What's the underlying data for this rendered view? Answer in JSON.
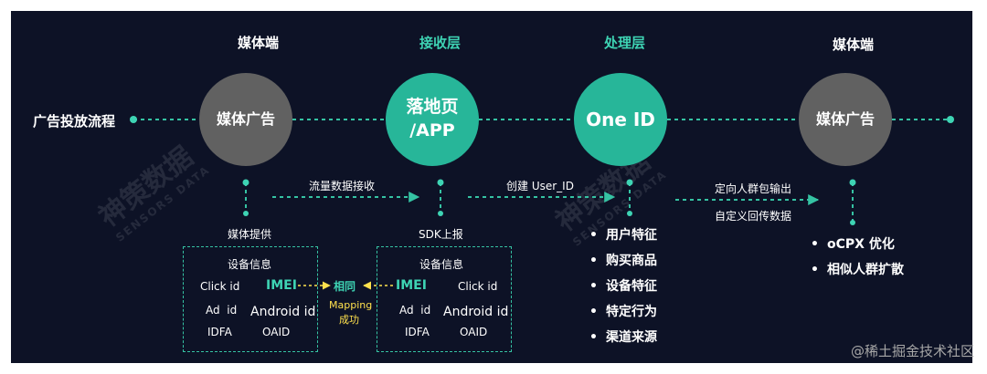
{
  "stages": [
    {
      "header": "媒体端",
      "node": "媒体广告"
    },
    {
      "header": "接收层",
      "node": "落地页\n/APP"
    },
    {
      "header": "处理层",
      "node": "One ID"
    },
    {
      "header": "媒体端",
      "node": "媒体广告"
    }
  ],
  "flow_label": "广告投放流程",
  "edges": [
    {
      "label": "流量数据接收"
    },
    {
      "label": "创建 User_ID"
    },
    {
      "label_1": "定向人群包输出",
      "label_2": "自定义回传数据"
    }
  ],
  "drops": {
    "media_provide": "媒体提供",
    "sdk_report": "SDK上报"
  },
  "device_box_left": {
    "title": "设备信息",
    "click_id": "Click id",
    "imei": "IMEI",
    "ad_id": "Ad  id",
    "android_id": "Android id",
    "idfa": "IDFA",
    "oaid": "OAID"
  },
  "device_box_right": {
    "title": "设备信息",
    "imei": "IMEI",
    "click_id": "Click id",
    "ad_id": "Ad  id",
    "android_id": "Android id",
    "idfa": "IDFA",
    "oaid": "OAID"
  },
  "mapping": {
    "same": "相同",
    "line1": "Mapping",
    "line2": "成功"
  },
  "processing_features": [
    "用户特征",
    "购买商品",
    "设备特征",
    "特定行为",
    "渠道来源"
  ],
  "media_outputs": [
    "oCPX 优化",
    "相似人群扩散"
  ],
  "watermark": {
    "cn": "神策数据",
    "en": "SENSORS DATA"
  },
  "credit": "@稀土掘金技术社区",
  "colors": {
    "background": "#0d1226",
    "accent": "#27b699",
    "teal_line": "#35c3a3",
    "gray_node": "#616161",
    "highlight": "#ffe14d"
  }
}
